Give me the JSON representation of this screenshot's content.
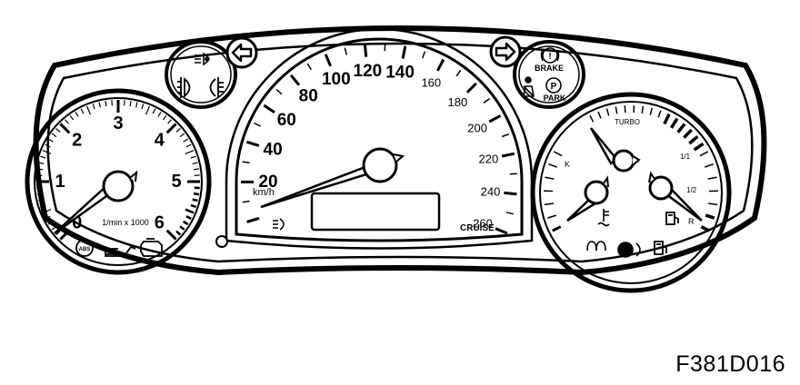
{
  "figure_code": "F381D016",
  "tachometer": {
    "labels": [
      "0",
      "1",
      "2",
      "3",
      "4",
      "5",
      "6"
    ],
    "unit": "1/min x 1000",
    "warning_lights": [
      "abs-icon",
      "oil-can-icon",
      "check-engine-icon"
    ]
  },
  "speedometer": {
    "labels_large": [
      "20",
      "40",
      "60",
      "80",
      "100",
      "120",
      "140"
    ],
    "labels_small": [
      "160",
      "180",
      "200",
      "220",
      "240",
      "260"
    ],
    "unit": "km/h",
    "cruise_label": "CRUISE",
    "odometer_display": ""
  },
  "turn_signals": [
    "arrow-left-icon",
    "arrow-right-icon"
  ],
  "left_indicators": [
    "headlight-icon",
    "front-fog-icon",
    "rear-fog-icon"
  ],
  "right_indicators": {
    "brake_label": "BRAKE",
    "park_label": "PARK",
    "icons": [
      "brake-warning-icon",
      "parking-brake-icon",
      "seatbelt-icon"
    ]
  },
  "right_gauges": {
    "turbo_label": "TURBO",
    "temp_label": "K",
    "fuel_half": "1/2",
    "fuel_full": "1/1",
    "fuel_reserve": "R",
    "icons": [
      "coolant-temp-icon",
      "fuel-pump-icon",
      "glow-plug-icon",
      "airbag-icon"
    ]
  }
}
